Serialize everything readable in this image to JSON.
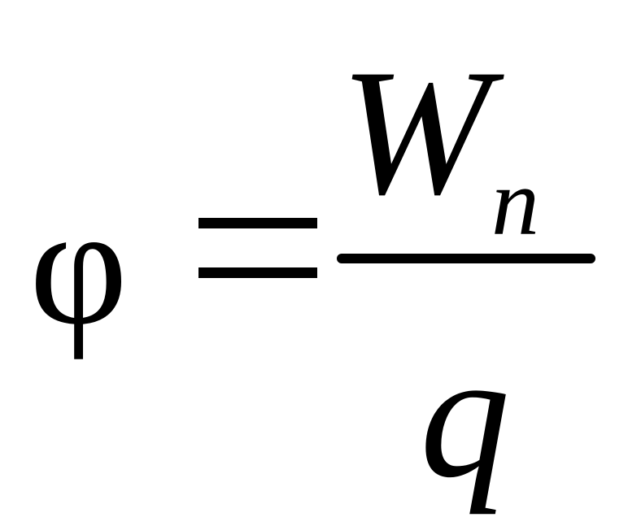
{
  "formula": {
    "lhs": "φ",
    "equals": "=",
    "numerator": {
      "base": "W",
      "subscript": "n"
    },
    "denominator": "q"
  },
  "colors": {
    "ink": "#000000",
    "background": "#ffffff"
  }
}
